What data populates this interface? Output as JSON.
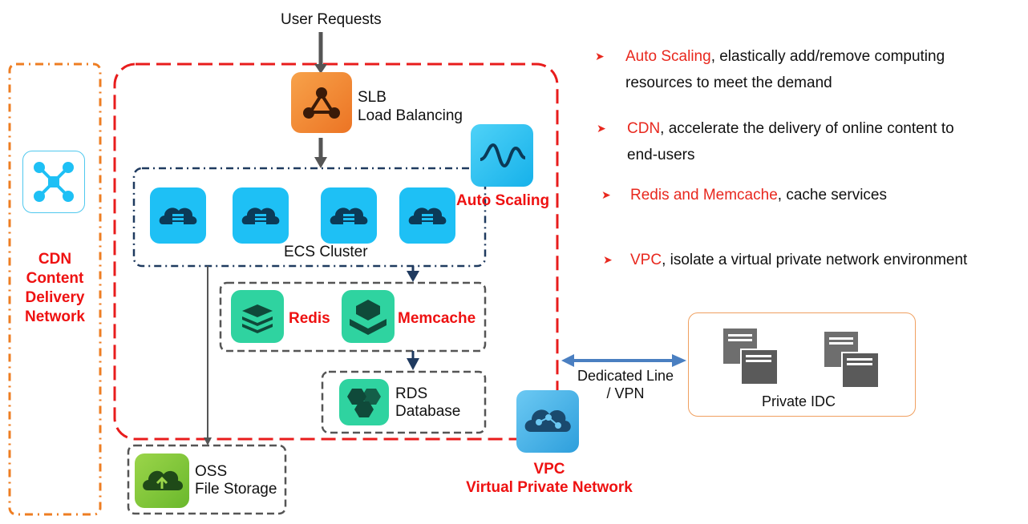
{
  "diagram": {
    "user_requests": "User Requests",
    "slb": {
      "line1": "SLB",
      "line2": "Load Balancing"
    },
    "auto_scaling": "Auto Scaling",
    "ecs_cluster": "ECS Cluster",
    "redis": "Redis",
    "memcache": "Memcache",
    "rds": {
      "line1": "RDS",
      "line2": "Database"
    },
    "oss": {
      "line1": "OSS",
      "line2": "File Storage"
    },
    "cdn": {
      "line1": "CDN",
      "line2": "Content",
      "line3": "Delivery",
      "line4": "Network"
    },
    "vpc": {
      "line1": "VPC",
      "line2": "Virtual Private Network"
    },
    "dedicated_line": {
      "line1": "Dedicated Line",
      "line2": "/ VPN"
    },
    "private_idc": "Private IDC"
  },
  "notes": [
    {
      "highlight": "Auto Scaling",
      "rest_line1": ", elastically add/remove computing",
      "rest_line2": "resources to meet the demand"
    },
    {
      "highlight": "CDN",
      "rest_line1": ", accelerate the delivery of online content to",
      "rest_line2": "end-users"
    },
    {
      "highlight": "Redis and Memcache",
      "rest_line1": ", cache services",
      "rest_line2": ""
    },
    {
      "highlight": "VPC",
      "rest_line1": ", isolate a virtual private network environment",
      "rest_line2": ""
    }
  ],
  "colors": {
    "accent_red": "#e8281e",
    "vpc_border": "#e81c1c",
    "cdn_border": "#ee7d22",
    "ecs_border": "#1f3a5f",
    "ecs_blue": "#1ec0f5",
    "cache_green": "#2fd3a0",
    "oss_green": "#7cc63a",
    "slb_orange": "#f08a30",
    "link_blue": "#4a7fc1"
  },
  "icons": [
    "cdn-network-icon",
    "slb-icon",
    "auto-scaling-icon",
    "ecs-server-icon",
    "redis-icon",
    "memcache-icon",
    "rds-icon",
    "oss-icon",
    "vpc-cloud-icon",
    "idc-server-icon",
    "bullet-arrow-icon"
  ]
}
